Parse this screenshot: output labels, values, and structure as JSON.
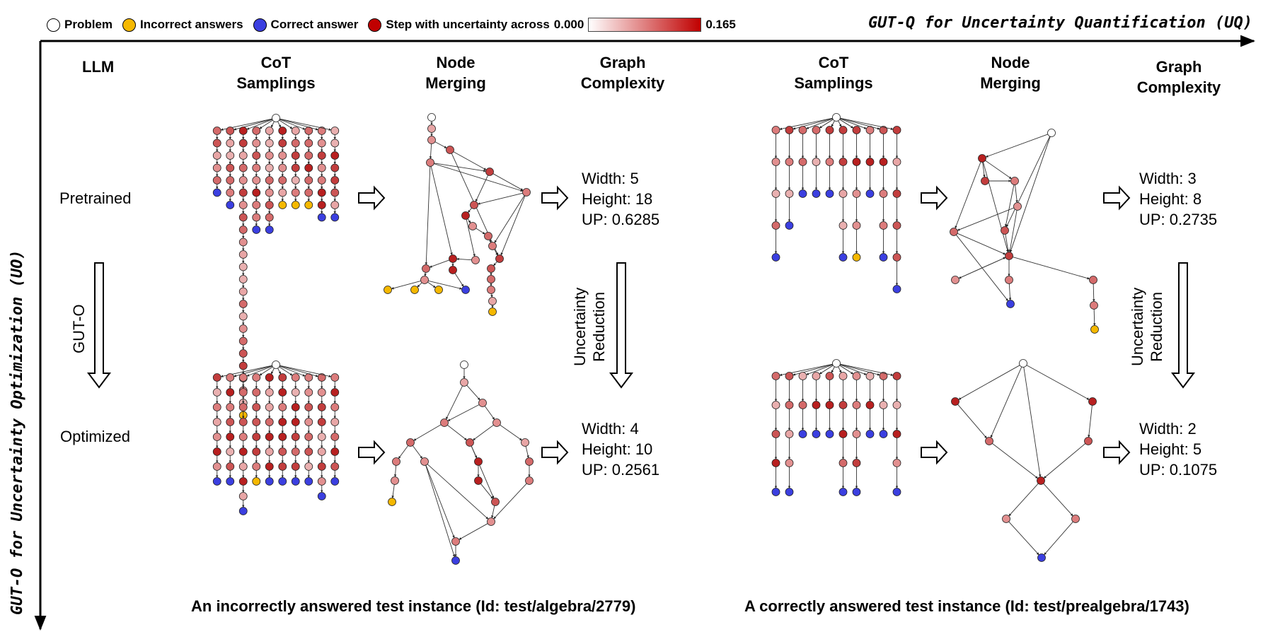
{
  "legend": {
    "problem": "Problem",
    "incorrect": "Incorrect answers",
    "correct": "Correct answer",
    "step": "Step with uncertainty across",
    "scale_min": "0.000",
    "scale_max": "0.165",
    "colors": {
      "problem": "#ffffff",
      "incorrect": "#f5b800",
      "correct": "#3b3fe0",
      "step_low": "#ffffff",
      "step_high": "#c00000"
    }
  },
  "axis_x_title": "GUT-Q for Uncertainty Quantification (UQ)",
  "axis_y_title": "GUT-O for Uncertainty Optimization (UO)",
  "headers": {
    "llm": "LLM",
    "cot": [
      "CoT",
      "Samplings"
    ],
    "merge": [
      "Node",
      "Merging"
    ],
    "complexity": [
      "Graph",
      "Complexity"
    ]
  },
  "rows": {
    "pretrained": "Pretrained",
    "optimized": "Optimized"
  },
  "gut_o_label": "GUT-O",
  "uncertainty_reduction": [
    "Uncertainty",
    "Reduction"
  ],
  "stats": {
    "left_top": [
      "Width: 5",
      "Height: 18",
      "UP: 0.6285"
    ],
    "left_bottom": [
      "Width: 4",
      "Height: 10",
      "UP: 0.2561"
    ],
    "right_top": [
      "Width: 3",
      "Height: 8",
      "UP: 0.2735"
    ],
    "right_bottom": [
      "Width: 2",
      "Height: 5",
      "UP: 0.1075"
    ]
  },
  "captions": {
    "left": "An incorrectly answered test instance (Id: test/algebra/2779)",
    "right": "A correctly answered test instance (Id: test/prealgebra/1743)"
  }
}
